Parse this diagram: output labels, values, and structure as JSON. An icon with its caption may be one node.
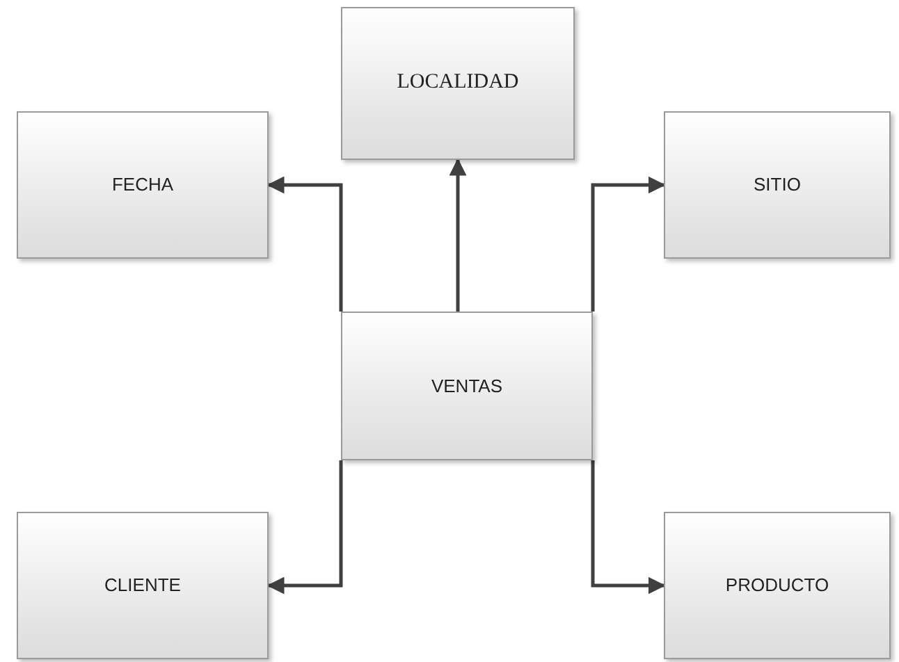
{
  "diagram": {
    "nodes": [
      {
        "text": [
          "LOCALIDAD"
        ]
      },
      {
        "text": [
          "FECHA"
        ]
      },
      {
        "text": [
          "SITIO"
        ]
      },
      {
        "text": [
          "VENTAS"
        ]
      },
      {
        "text": [
          "CLIENTE"
        ]
      },
      {
        "text": [
          "PRODUCTO"
        ]
      }
    ],
    "edges": [
      {
        "from": 3,
        "to": 1,
        "arrow": "to"
      },
      {
        "from": 3,
        "to": 0,
        "arrow": "to"
      },
      {
        "from": 3,
        "to": 2,
        "arrow": "to"
      },
      {
        "from": 3,
        "to": 4,
        "arrow": "to"
      },
      {
        "from": 3,
        "to": 5,
        "arrow": "to"
      }
    ]
  }
}
